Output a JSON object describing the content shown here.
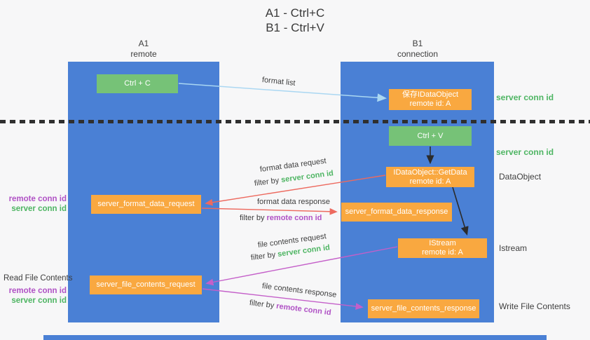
{
  "title": {
    "line1": "A1 - Ctrl+C",
    "line2": "B1 - Ctrl+V"
  },
  "lanes": {
    "left": {
      "name": "A1",
      "subtitle": "remote"
    },
    "right": {
      "name": "B1",
      "subtitle": "connection"
    }
  },
  "boxes": {
    "ctrl_c": "Ctrl + C",
    "ctrl_v": "Ctrl + V",
    "save_dataobject": {
      "line1": "保存IDataObject",
      "line2": "remote id: A"
    },
    "getdata": {
      "line1": "IDataObject::GetData",
      "line2": "remote id: A"
    },
    "istream": {
      "line1": "IStream",
      "line2": "remote id: A"
    },
    "format_request": "server_format_data_request",
    "format_response": "server_format_data_response",
    "file_request": "server_file_contents_request",
    "file_response": "server_file_contents_response"
  },
  "labels": {
    "format_list": "format list",
    "format_data_request": "format data request",
    "format_data_response": "format data response",
    "file_contents_request": "file contents request",
    "file_contents_response": "file contents response",
    "filter_by": "filter by",
    "server_conn_id": "server conn id",
    "remote_conn_id": "remote conn id",
    "dataobject": "DataObject",
    "istream": "Istream",
    "read_file_contents": "Read File Contents",
    "write_file_contents": "Write File Contents"
  },
  "colors": {
    "lane_blue": "#4a80d5",
    "green_box": "#76c277",
    "orange_box": "#f9a840",
    "green_text": "#4eb563",
    "purple_text": "#b052c5",
    "arrow_blue": "#aad7f2",
    "arrow_red": "#ed6a5f",
    "arrow_magenta": "#c45fc9",
    "arrow_black": "#2b2b2b"
  }
}
